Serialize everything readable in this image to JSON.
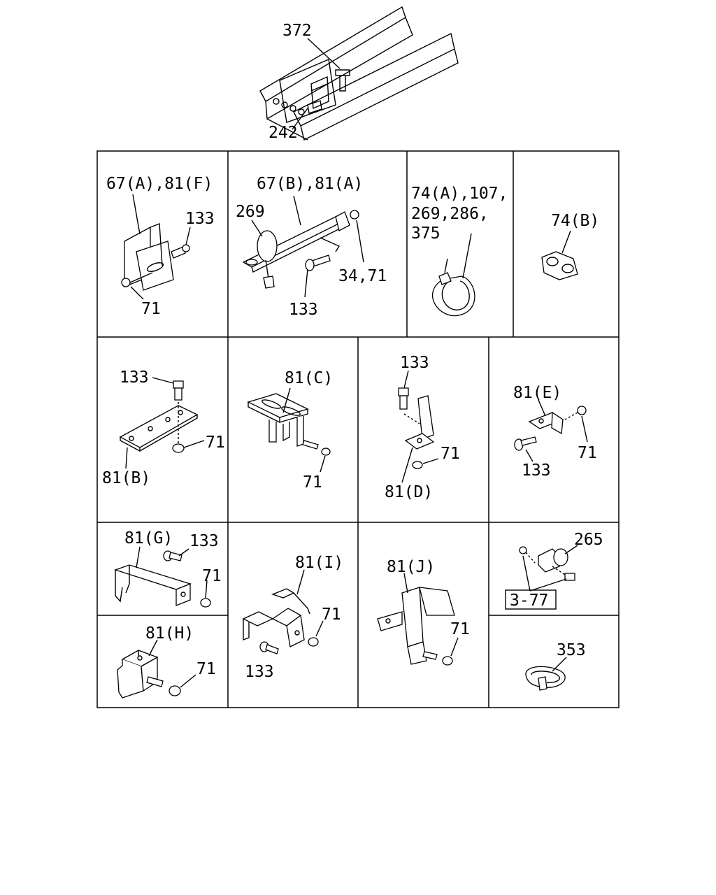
{
  "top_assembly": {
    "labels": [
      "372",
      "242"
    ]
  },
  "cells": [
    {
      "id": "r1c1",
      "labels": [
        "67(A),81(F)",
        "133",
        "71"
      ]
    },
    {
      "id": "r1c2",
      "labels": [
        "67(B),81(A)",
        "269",
        "34,71",
        "133"
      ]
    },
    {
      "id": "r1c3",
      "labels": [
        "74(A),107,",
        "269,286,",
        "375"
      ]
    },
    {
      "id": "r1c4",
      "labels": [
        "74(B)"
      ]
    },
    {
      "id": "r2c1",
      "labels": [
        "133",
        "71",
        "81(B)"
      ]
    },
    {
      "id": "r2c2",
      "labels": [
        "81(C)",
        "71"
      ]
    },
    {
      "id": "r2c3",
      "labels": [
        "133",
        "71",
        "81(D)"
      ]
    },
    {
      "id": "r2c4",
      "labels": [
        "81(E)",
        "71",
        "133"
      ]
    },
    {
      "id": "r3c1",
      "labels": [
        "81(G)",
        "133",
        "71"
      ]
    },
    {
      "id": "r3c2",
      "labels": [
        "81(I)",
        "71",
        "133"
      ]
    },
    {
      "id": "r3c3",
      "labels": [
        "81(J)",
        "71"
      ]
    },
    {
      "id": "r3c4",
      "labels": [
        "265",
        "3-77"
      ]
    },
    {
      "id": "r4c1",
      "labels": [
        "81(H)",
        "71"
      ]
    },
    {
      "id": "r4c4",
      "labels": [
        "353"
      ]
    }
  ]
}
